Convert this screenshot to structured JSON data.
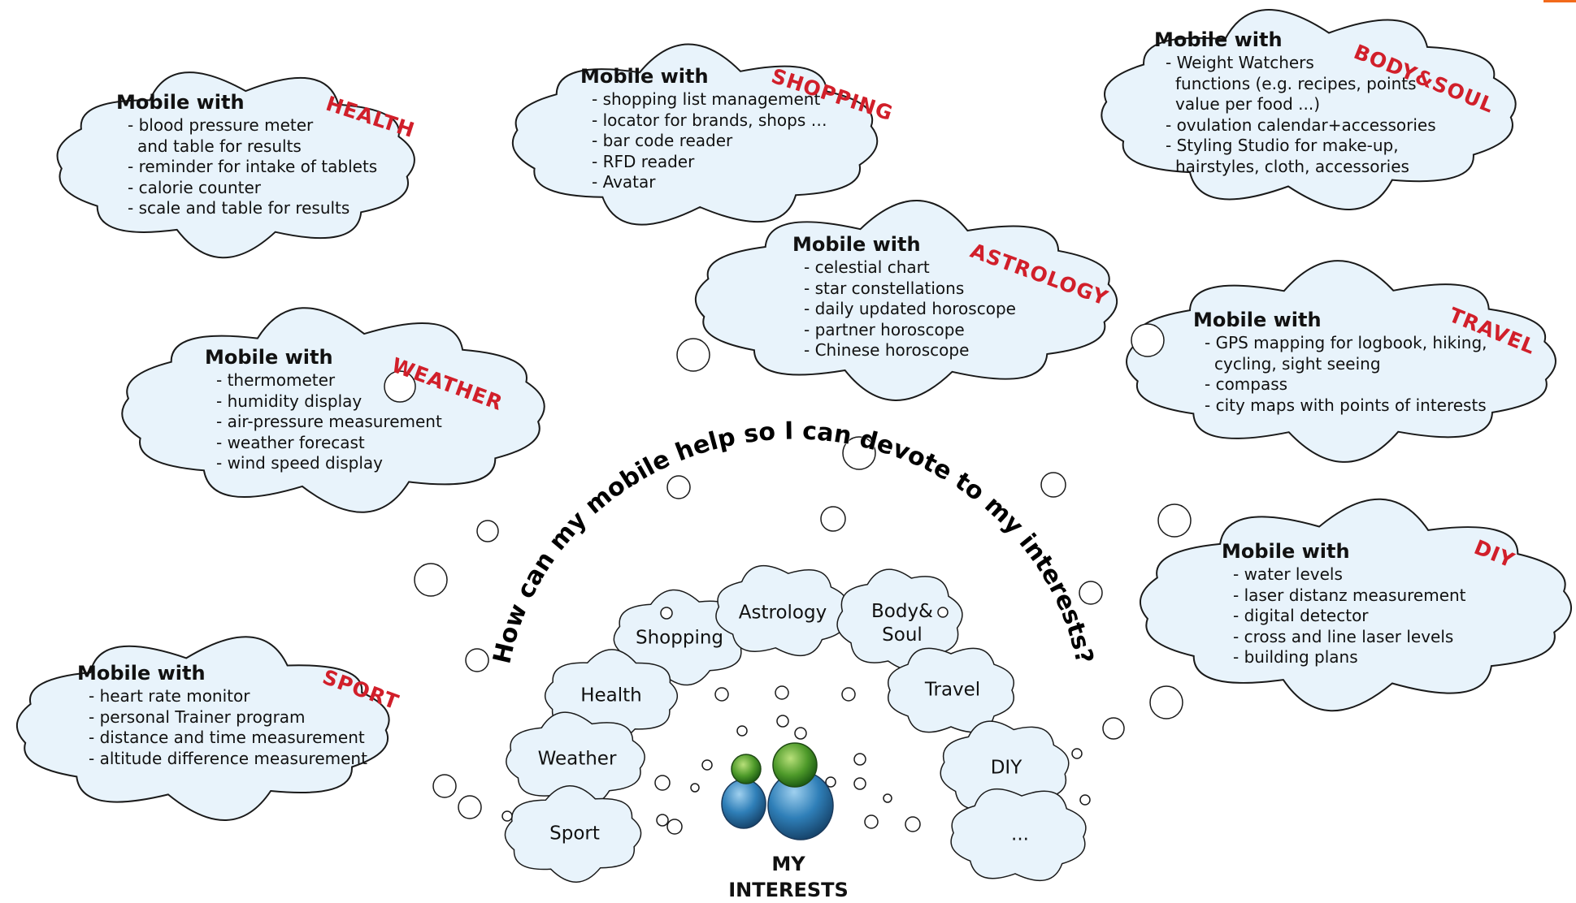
{
  "center": {
    "title_line1": "MY",
    "title_line2": "INTERESTS",
    "arc_question": "How can my mobile help so I can devote to my interests?",
    "icon": "messenger-buddies-icon"
  },
  "colors": {
    "cloud_fill": "#e8f3fb",
    "cloud_stroke": "#1a1a1a",
    "tag_red": "#d11f2a",
    "accent_orange": "#f26a1b"
  },
  "interest_bubbles": [
    {
      "id": "shopping",
      "label": "Shopping"
    },
    {
      "id": "astrology",
      "label": "Astrology"
    },
    {
      "id": "body-soul",
      "label": "Body&\nSoul"
    },
    {
      "id": "health",
      "label": "Health"
    },
    {
      "id": "travel",
      "label": "Travel"
    },
    {
      "id": "weather",
      "label": "Weather"
    },
    {
      "id": "diy",
      "label": "DIY"
    },
    {
      "id": "sport",
      "label": "Sport"
    },
    {
      "id": "more",
      "label": "..."
    }
  ],
  "panels": {
    "health": {
      "heading": "Mobile with",
      "tag": "HEALTH",
      "items": [
        "- blood pressure meter",
        "  and table for results",
        "- reminder for intake of tablets",
        "- calorie counter",
        "- scale and table for results"
      ]
    },
    "shopping": {
      "heading": "Mobile with",
      "tag": "SHOPPING",
      "items": [
        "- shopping list management",
        "- locator for brands, shops …",
        "- bar code reader",
        "- RFD reader",
        "- Avatar"
      ]
    },
    "body_soul": {
      "heading": "Mobile with",
      "tag": "BODY&SOUL",
      "items": [
        "- Weight Watchers",
        "  functions (e.g. recipes, points",
        "  value per food ...)",
        "- ovulation calendar+accessories",
        "- Styling Studio for make-up,",
        "  hairstyles, cloth, accessories"
      ]
    },
    "astrology": {
      "heading": "Mobile with",
      "tag": "ASTROLOGY",
      "items": [
        "- celestial chart",
        "- star constellations",
        "- daily updated horoscope",
        "- partner horoscope",
        "- Chinese horoscope"
      ]
    },
    "weather": {
      "heading": "Mobile with",
      "tag": "WEATHER",
      "items": [
        "- thermometer",
        "- humidity display",
        "- air-pressure measurement",
        "- weather forecast",
        "- wind speed display"
      ]
    },
    "travel": {
      "heading": "Mobile with",
      "tag": "TRAVEL",
      "items": [
        "- GPS mapping for logbook, hiking,",
        "  cycling, sight seeing",
        "- compass",
        "- city maps with points of interests"
      ]
    },
    "diy": {
      "heading": "Mobile with",
      "tag": "DIY",
      "items": [
        "- water levels",
        "- laser distanz measurement",
        "- digital detector",
        "- cross and line laser levels",
        "- building plans"
      ]
    },
    "sport": {
      "heading": "Mobile with",
      "tag": "SPORT",
      "items": [
        "- heart rate monitor",
        "- personal Trainer program",
        "- distance and time measurement",
        "- altitude difference measurement"
      ]
    }
  }
}
